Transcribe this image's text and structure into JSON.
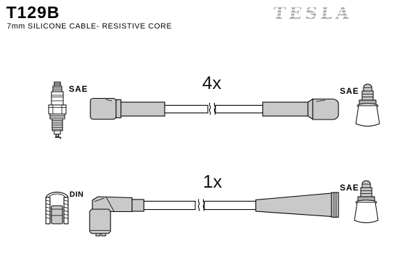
{
  "header": {
    "part_number": "T129B",
    "subtitle": "7mm SILICONE CABLE- RESISTIVE CORE",
    "brand_logo": "TESLA"
  },
  "colors": {
    "background": "#ffffff",
    "connector_fill": "#c9c9c9",
    "flange_fill": "#adadad",
    "outline": "#000000",
    "logo_gray": "#a9a9a9"
  },
  "icons": {
    "top_left": "spark-plug-icon",
    "top_right": "sae-terminal-icon",
    "bottom_left": "din-connector-icon",
    "bottom_right": "sae-terminal-icon"
  },
  "assemblies": [
    {
      "id": "top",
      "quantity": "4x",
      "left_fitting_standard": "SAE",
      "right_fitting_standard": "SAE",
      "left_boot": "straight-boot",
      "right_boot": "straight-boot"
    },
    {
      "id": "bottom",
      "quantity": "1x",
      "left_fitting_standard": "DIN",
      "right_fitting_standard": "SAE",
      "left_boot": "elbow-boot",
      "right_boot": "straight-boot"
    }
  ]
}
